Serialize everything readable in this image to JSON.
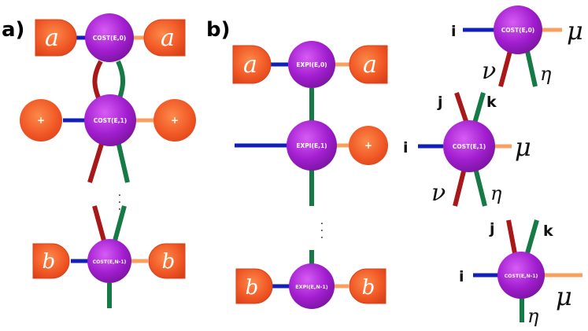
{
  "panels": {
    "a": "a)",
    "b": "b)"
  },
  "nodes": {
    "a_cost0": "COST(E,0)",
    "a_cost1": "COST(E,1)",
    "a_costN": "COST(E,N-1)",
    "b_exp0": "EXPI(E,0)",
    "b_exp1": "EXPI(E,1)",
    "b_expN": "EXPI(E,N-1)",
    "r_cost0": "COST(E,0)",
    "r_cost1": "COST(E,1)",
    "r_costN": "COST(E,N-1)"
  },
  "tensors": {
    "a": "a",
    "b": "b",
    "plus": "+"
  },
  "indices": {
    "i": "i",
    "j": "j",
    "k": "k",
    "mu": "μ",
    "nu": "ν",
    "eta": "η"
  },
  "ellipsis": "·  ·  ·",
  "colors": {
    "node_fill": "#a21ed0",
    "tensor_fill": "#f15a25",
    "leg_blue": "#1020b8",
    "leg_orange": "#f7a060",
    "leg_red": "#a81818",
    "leg_green": "#157a45"
  }
}
